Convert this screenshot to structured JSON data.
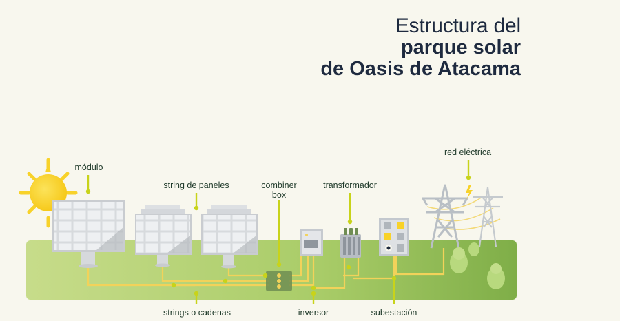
{
  "title": {
    "line1": "Estructura del",
    "line2": "parque solar",
    "line3": "de Oasis de Atacama"
  },
  "labels": {
    "modulo": "módulo",
    "string_paneles": "string de paneles",
    "combiner_line1": "combiner",
    "combiner_line2": "box",
    "transformador": "transformador",
    "red_electrica": "red eléctrica",
    "strings_cadenas": "strings o cadenas",
    "inversor": "inversor",
    "subestacion": "subestación"
  },
  "colors": {
    "background": "#f8f7ee",
    "ground": "#9fc55f",
    "callout": "#c8d31a",
    "wire": "#f2d25a",
    "sun": "#f8d229",
    "title": "#1e2a3f"
  }
}
